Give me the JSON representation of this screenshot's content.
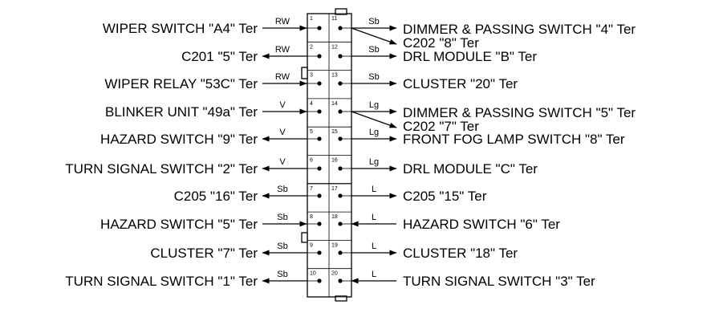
{
  "connector": {
    "left": [
      {
        "pin": "1",
        "label": "WIPER SWITCH \"A4\" Ter",
        "wire": "RW",
        "dir": "in"
      },
      {
        "pin": "2",
        "label": "C201 \"5\" Ter",
        "wire": "RW",
        "dir": "out"
      },
      {
        "pin": "3",
        "label": "WIPER RELAY \"53C\" Ter",
        "wire": "RW",
        "dir": "in"
      },
      {
        "pin": "4",
        "label": "BLINKER UNIT \"49a\" Ter",
        "wire": "V",
        "dir": "in"
      },
      {
        "pin": "5",
        "label": "HAZARD SWITCH \"9\" Ter",
        "wire": "V",
        "dir": "out"
      },
      {
        "pin": "6",
        "label": "TURN SIGNAL SWITCH \"2\" Ter",
        "wire": "V",
        "dir": "out"
      },
      {
        "pin": "7",
        "label": "C205 \"16\" Ter",
        "wire": "Sb",
        "dir": "out"
      },
      {
        "pin": "8",
        "label": "HAZARD SWITCH \"5\" Ter",
        "wire": "Sb",
        "dir": "in"
      },
      {
        "pin": "9",
        "label": "CLUSTER \"7\" Ter",
        "wire": "Sb",
        "dir": "out"
      },
      {
        "pin": "10",
        "label": "TURN SIGNAL SWITCH \"1\" Ter",
        "wire": "Sb",
        "dir": "out"
      }
    ],
    "right": [
      {
        "pin": "11",
        "labels": [
          "DIMMER & PASSING SWITCH \"4\" Ter",
          "C202 \"8\" Ter"
        ],
        "wire": "Sb",
        "dir": "out",
        "split": true
      },
      {
        "pin": "12",
        "labels": [
          "DRL MODULE \"B\" Ter"
        ],
        "wire": "Sb",
        "dir": "out"
      },
      {
        "pin": "13",
        "labels": [
          "CLUSTER \"20\" Ter"
        ],
        "wire": "Sb",
        "dir": "out"
      },
      {
        "pin": "14",
        "labels": [
          "DIMMER & PASSING SWITCH \"5\" Ter",
          "C202 \"7\" Ter"
        ],
        "wire": "Lg",
        "dir": "out",
        "split": true
      },
      {
        "pin": "15",
        "labels": [
          "FRONT FOG LAMP SWITCH \"8\" Ter"
        ],
        "wire": "Lg",
        "dir": "out"
      },
      {
        "pin": "16",
        "labels": [
          "DRL MODULE \"C\" Ter"
        ],
        "wire": "Lg",
        "dir": "out"
      },
      {
        "pin": "17",
        "labels": [
          "C205 \"15\" Ter"
        ],
        "wire": "L",
        "dir": "out"
      },
      {
        "pin": "18",
        "labels": [
          "HAZARD SWITCH \"6\" Ter"
        ],
        "wire": "L",
        "dir": "in"
      },
      {
        "pin": "19",
        "labels": [
          "CLUSTER \"18\" Ter"
        ],
        "wire": "L",
        "dir": "out"
      },
      {
        "pin": "20",
        "labels": [
          "TURN SIGNAL SWITCH \"3\" Ter"
        ],
        "wire": "L",
        "dir": "in"
      }
    ]
  }
}
